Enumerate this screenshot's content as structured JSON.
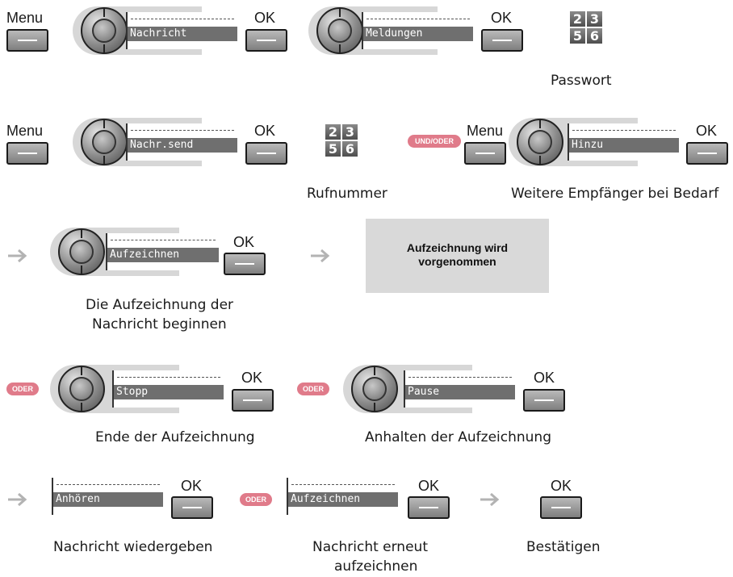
{
  "row1": {
    "menu": "Menu",
    "ok1": "OK",
    "screen1": "Nachricht",
    "ok2": "OK",
    "screen2": "Meldungen",
    "keys": [
      "2",
      "3",
      "5",
      "6"
    ],
    "caption": "Passwort"
  },
  "row2": {
    "menu": "Menu",
    "screen1": "Nachr.send",
    "ok1": "OK",
    "keys": [
      "2",
      "3",
      "5",
      "6"
    ],
    "caption_rufnummer": "Rufnummer",
    "pill": "UND/ODER",
    "menu2": "Menu",
    "screen2": "Hinzu",
    "ok2": "OK",
    "caption_weitere": "Weitere Empfänger bei Bedarf"
  },
  "row3": {
    "screen": "Aufzeichnen",
    "ok": "OK",
    "caption_line1": "Die Aufzeichnung der",
    "caption_line2": "Nachricht beginnen",
    "status_line1": "Aufzeichnung wird",
    "status_line2": "vorgenommen"
  },
  "row4": {
    "pill1": "ODER",
    "screen1": "Stopp",
    "ok1": "OK",
    "caption1": "Ende der Aufzeichnung",
    "pill2": "ODER",
    "screen2": "Pause",
    "ok2": "OK",
    "caption2": "Anhalten der Aufzeichnung"
  },
  "row5": {
    "screen1": "Anhören",
    "ok1": "OK",
    "caption1": "Nachricht wiedergeben",
    "pill": "ODER",
    "screen2": "Aufzeichnen",
    "ok2": "OK",
    "caption2_line1": "Nachricht erneut",
    "caption2_line2": "aufzeichnen",
    "ok3": "OK",
    "caption3": "Bestätigen"
  },
  "colors": {
    "pill": "#e07b8a",
    "arrow": "#b3b3b3",
    "status_box": "#d9d9d9"
  }
}
